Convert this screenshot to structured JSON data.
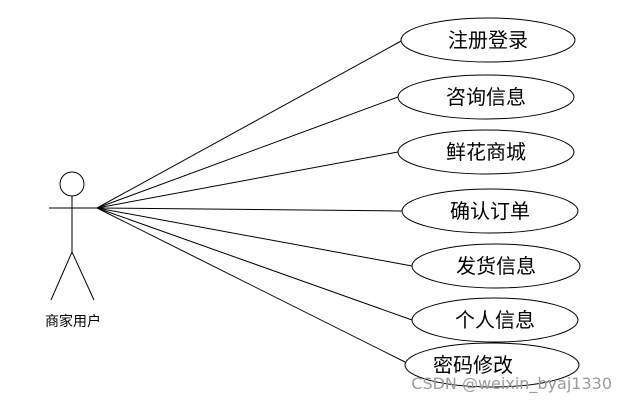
{
  "actor": {
    "label": "商家用户"
  },
  "use_cases": [
    {
      "label": "注册登录"
    },
    {
      "label": "咨询信息"
    },
    {
      "label": "鲜花商城"
    },
    {
      "label": "确认订单"
    },
    {
      "label": "发货信息"
    },
    {
      "label": "个人信息"
    },
    {
      "label": "密码修改"
    }
  ],
  "watermark": {
    "text": "CSDN @weixin_byaj1330"
  },
  "colors": {
    "stroke": "#000000",
    "background": "#ffffff",
    "watermark": "#9a9a9a"
  }
}
